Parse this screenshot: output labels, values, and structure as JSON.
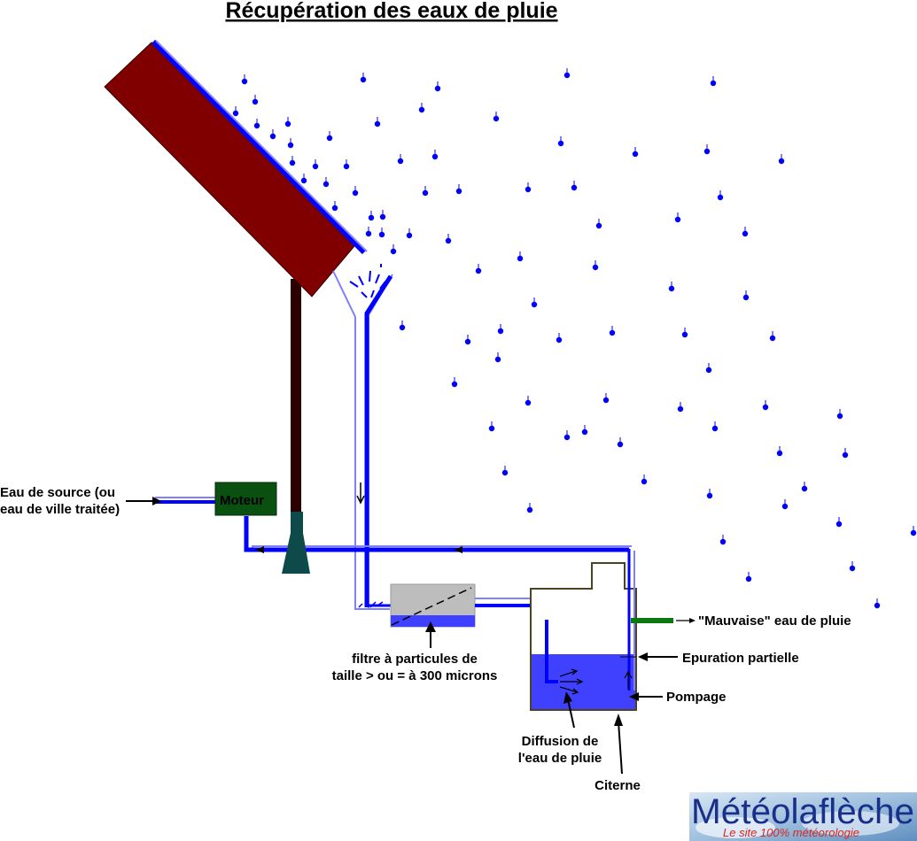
{
  "title": "Récupération des eaux de pluie",
  "labels": {
    "source_line1": "Eau de source (ou",
    "source_line2": "eau de ville traitée)",
    "motor": "Moteur",
    "filter_line1": "filtre à particules de",
    "filter_line2": "taille > ou = à 300 microns",
    "bad_water": "\"Mauvaise\" eau de pluie",
    "purification": "Epuration partielle",
    "pumping": "Pompage",
    "diffusion_line1": "Diffusion de",
    "diffusion_line2": "l'eau de pluie",
    "tank": "Citerne"
  },
  "logo": {
    "name": "Météolaflèche",
    "tagline": "Le site 100% météorologie"
  },
  "colors": {
    "roof": "#800000",
    "water": "#0000ff",
    "light_water": "#8080ff",
    "tank_water": "#4040ff",
    "motor": "#0a5010",
    "nozzle": "#0e4a4a",
    "overflow": "#0a7a10",
    "filter": "#bdbdbd"
  }
}
